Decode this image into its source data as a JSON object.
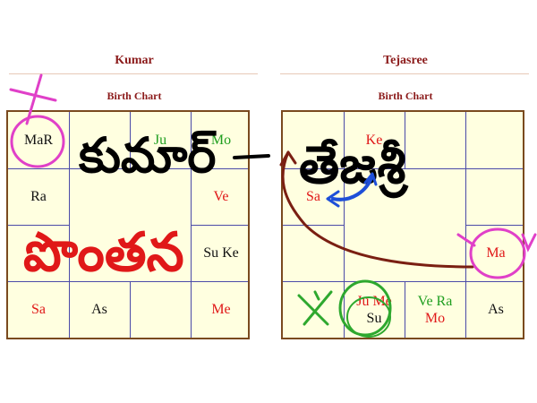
{
  "left": {
    "name": "Kumar",
    "subtitle": "Birth Chart",
    "cells": {
      "r0c0": "MaR",
      "r0c2": "Ju",
      "r0c3": "Mo",
      "r1c0": "Ra",
      "r1c3": "Ve",
      "r2c3": "Su Ke",
      "r3c0": "Sa",
      "r3c1": "As",
      "r3c3": "Me"
    },
    "handwriting": {
      "name_telugu": "కుమార్",
      "word_telugu": "పొంతన"
    }
  },
  "right": {
    "name": "Tejasree",
    "subtitle": "Birth Chart",
    "cells": {
      "r0c1": "Ke",
      "r1c0": "Sa",
      "r2c3": "Ma",
      "r3c1_a": "Ju Me",
      "r3c1_b": "Su",
      "r3c2_a": "Ve Ra",
      "r3c2_b": "Mo",
      "r3c3": "As"
    },
    "handwriting": {
      "name_telugu": "తేజశ్రీ"
    }
  },
  "colors": {
    "title": "#8b1a1a",
    "chart_bg": "#ffffe0",
    "grid": "#4a4aa8",
    "border": "#7a4a1e",
    "text_red": "#e01818",
    "text_green": "#1f9e1f",
    "ink_pink": "#e040c8",
    "ink_green": "#2ea82e",
    "ink_blue": "#1e4fd8",
    "ink_brown": "#7a1f12",
    "ink_black": "#000000"
  }
}
